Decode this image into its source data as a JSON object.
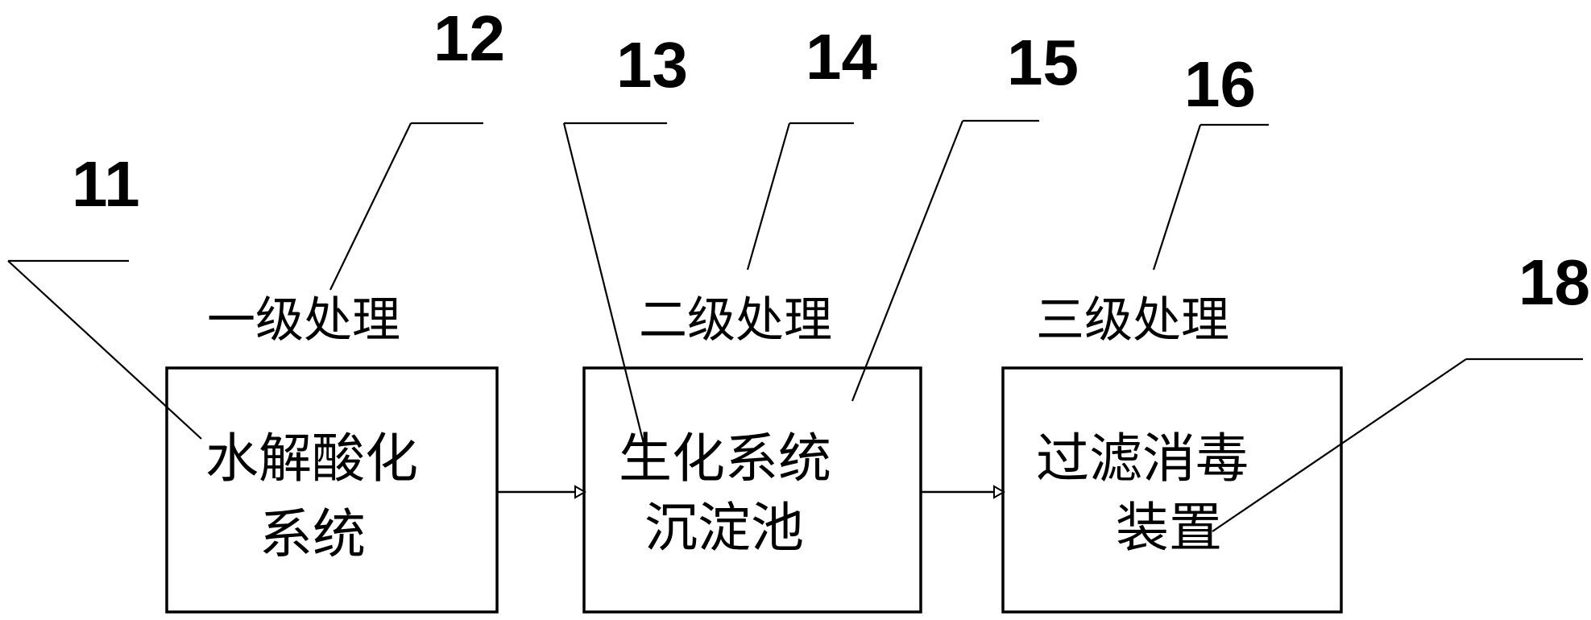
{
  "reference_numbers": {
    "n11": "11",
    "n12": "12",
    "n13": "13",
    "n14": "14",
    "n15": "15",
    "n16": "16",
    "n18": "18"
  },
  "stages": {
    "primary": "一级处理",
    "secondary": "二级处理",
    "tertiary": "三级处理"
  },
  "boxes": {
    "hydrolysis": [
      "水解酸化",
      "系统"
    ],
    "biochemical": [
      "生化系统",
      "沉淀池"
    ],
    "filtration": [
      "过滤消毒",
      "装置"
    ]
  }
}
